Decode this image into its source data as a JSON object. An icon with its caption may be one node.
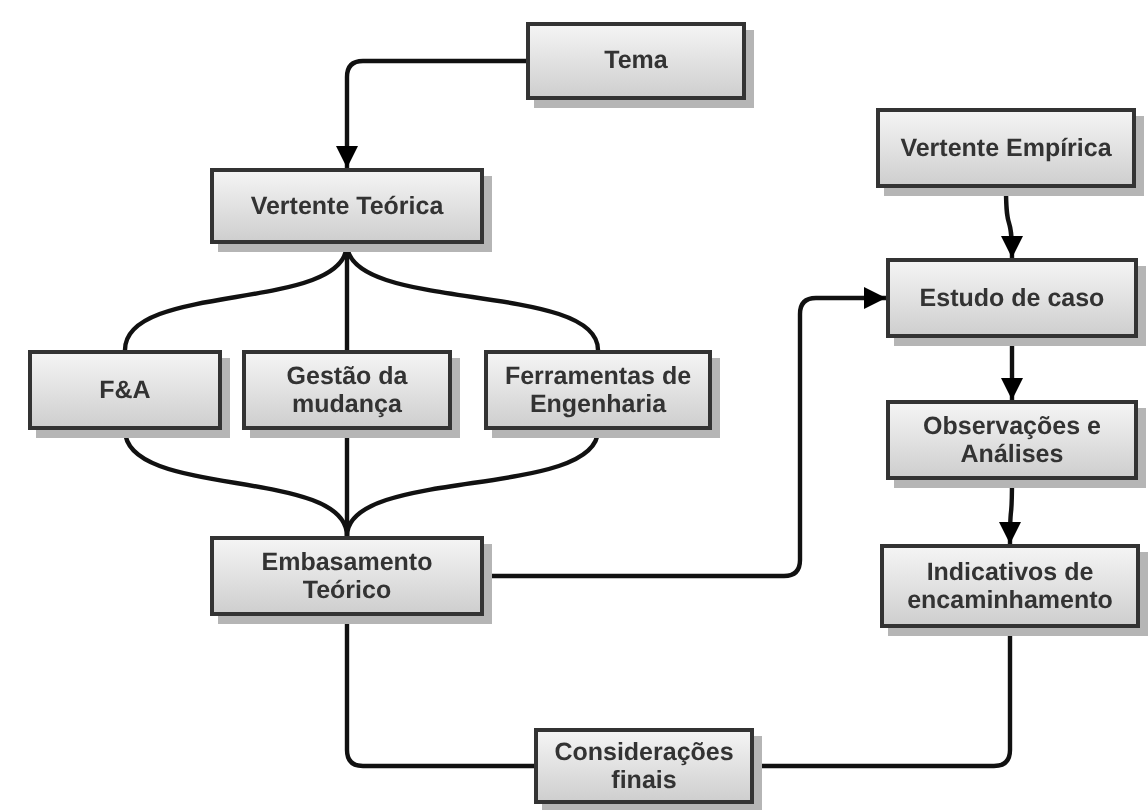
{
  "diagram": {
    "nodes": [
      {
        "text": [
          "Tema"
        ]
      },
      {
        "text": [
          "Vertente Teórica"
        ]
      },
      {
        "text": [
          "F&A"
        ]
      },
      {
        "text": [
          "Gestão da mudança"
        ]
      },
      {
        "text": [
          "Ferramentas de Engenharia"
        ]
      },
      {
        "text": [
          "Embasamento Teórico"
        ]
      },
      {
        "text": [
          "Vertente Empírica"
        ]
      },
      {
        "text": [
          "Estudo de caso"
        ]
      },
      {
        "text": [
          "Observações e Análises"
        ]
      },
      {
        "text": [
          "Indicativos de encaminhamento"
        ]
      },
      {
        "text": [
          "Considerações finais"
        ]
      }
    ],
    "edges": [
      {
        "from": 0,
        "to": 1,
        "arrow": "to"
      },
      {
        "from": 1,
        "to": 2,
        "arrow": "none"
      },
      {
        "from": 1,
        "to": 3,
        "arrow": "none"
      },
      {
        "from": 1,
        "to": 4,
        "arrow": "none"
      },
      {
        "from": 2,
        "to": 5,
        "arrow": "none"
      },
      {
        "from": 3,
        "to": 5,
        "arrow": "none"
      },
      {
        "from": 4,
        "to": 5,
        "arrow": "none"
      },
      {
        "from": 5,
        "to": 7,
        "arrow": "to"
      },
      {
        "from": 6,
        "to": 7,
        "arrow": "to"
      },
      {
        "from": 7,
        "to": 8,
        "arrow": "to"
      },
      {
        "from": 8,
        "to": 9,
        "arrow": "to"
      },
      {
        "from": 5,
        "to": 10,
        "arrow": "none"
      },
      {
        "from": 9,
        "to": 10,
        "arrow": "none"
      }
    ]
  }
}
